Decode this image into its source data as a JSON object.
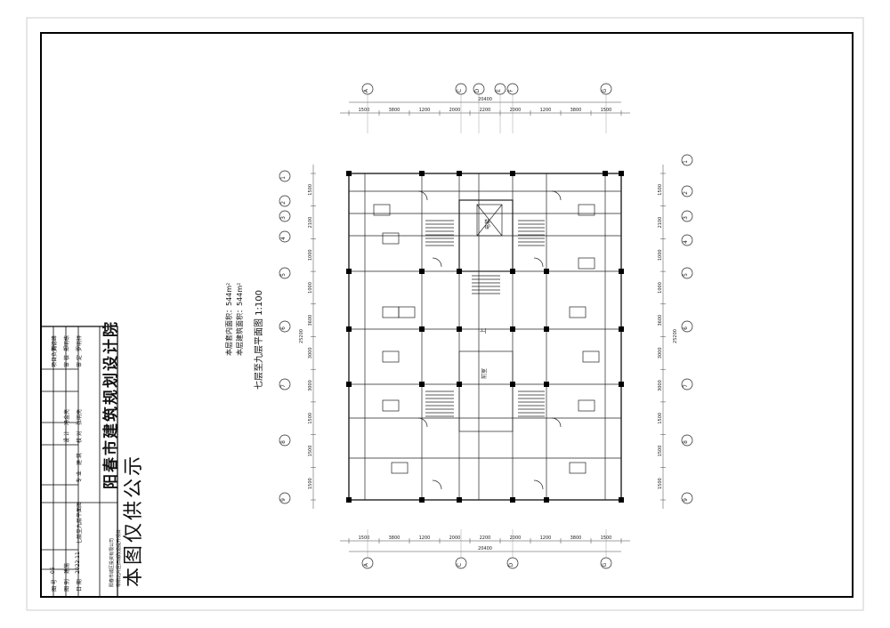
{
  "stamp": "本图仅供公示",
  "title_block": {
    "institute": "阳春市建筑规划设计院",
    "drawing_title": "七层至九层平面图",
    "date_label": "日 期",
    "date_value": "2022.11",
    "scale_label": "图 别",
    "scale_value": "建施",
    "sheet_label": "图 号",
    "sheet_value": "05",
    "project_label": "工程名称",
    "project_value": "带阳北片区旧城改造提升项目",
    "client_label": "建设单位",
    "client_value": "阳春市城区投资有限公司",
    "roles_left": [
      "审 定",
      "审 核",
      "项目负责"
    ],
    "signers_left": [
      "罗明祥",
      "郑明栋",
      "刘德峰"
    ],
    "roles_mid": [
      "校 对",
      "设 计"
    ],
    "signers_mid": [
      "张明亮",
      "冯金亮"
    ],
    "roles_right": [
      "专 业"
    ],
    "signers_right": [
      "建 筑"
    ]
  },
  "plan": {
    "title": "七层至九层平面图 1:100",
    "note_1": "本层建筑面积：544m²",
    "note_2": "本层套内面积：544m²",
    "total_dim": "20400",
    "dims_top": [
      "1500",
      "3800",
      "1200",
      "2000",
      "2200",
      "2000",
      "1200",
      "3800",
      "1500"
    ],
    "dims_bottom": [
      "1500",
      "3800",
      "1200",
      "2000",
      "2200",
      "2000",
      "1200",
      "3800",
      "1500"
    ],
    "dims_right": [
      "1500",
      "2100",
      "1000",
      "1000",
      "3600",
      "3000",
      "3000",
      "1500",
      "1500",
      "1500"
    ],
    "dims_left": [
      "1500",
      "2100",
      "1000",
      "1000",
      "3600",
      "3000",
      "3000",
      "1500",
      "1500",
      "1500"
    ],
    "side_total": "25200",
    "axis_top": [
      "A",
      "C",
      "D",
      "E",
      "F",
      "G"
    ],
    "axis_bottom": [
      "A",
      "C",
      "D",
      "G"
    ],
    "axis_right": [
      "1",
      "2",
      "3",
      "4",
      "5",
      "6",
      "7",
      "8",
      "9"
    ],
    "axis_left": [
      "1",
      "2",
      "3",
      "4",
      "5",
      "6",
      "7",
      "8",
      "9"
    ],
    "stair_up_label": "上",
    "lift_label": "电梯",
    "lobby_label": "前室"
  }
}
